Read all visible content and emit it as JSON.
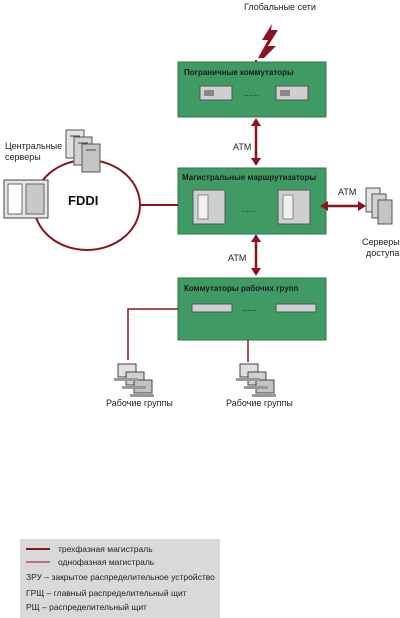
{
  "labels": {
    "global_networks": "Глобальные сети",
    "border_switches": "Пограничные коммутаторы",
    "backbone_routers": "Магистральные маршрутизаторы",
    "workgroup_switches": "Коммутаторы рабочих групп",
    "fddi": "FDDI",
    "atm_top": "ATM",
    "atm_right": "ATM",
    "atm_bottom": "ATM",
    "central_servers_1": "Центральные",
    "central_servers_2": "серверы",
    "access_servers_1": "Серверы",
    "access_servers_2": "доступа",
    "workgroups_left": "Рабочие группы",
    "workgroups_right": "Рабочие группы",
    "ellipsis_1": "......",
    "ellipsis_2": "......",
    "ellipsis_3": "......"
  },
  "legend": [
    "трехфазная магистраль",
    "однофазная магистраль",
    "ЗРУ – закрытое распределительное устройство",
    "ГРЩ – главный распределительный щит",
    "РЩ – распределительный щит"
  ],
  "colors": {
    "box_green": "#3f9a63",
    "line_red": "#8b1420",
    "legend_bg": "#d9d9d9",
    "device_gray": "#cfcfcf"
  }
}
